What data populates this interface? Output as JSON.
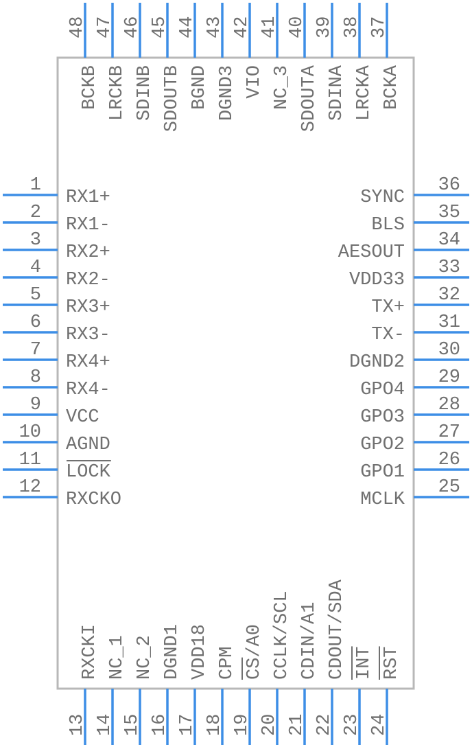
{
  "component": {
    "colors": {
      "pin": "#3d8ee6",
      "outline": "#b8b8b8",
      "text": "#707070"
    },
    "left_pins": [
      {
        "num": "1",
        "name": "RX1+"
      },
      {
        "num": "2",
        "name": "RX1-"
      },
      {
        "num": "3",
        "name": "RX2+"
      },
      {
        "num": "4",
        "name": "RX2-"
      },
      {
        "num": "5",
        "name": "RX3+"
      },
      {
        "num": "6",
        "name": "RX3-"
      },
      {
        "num": "7",
        "name": "RX4+"
      },
      {
        "num": "8",
        "name": "RX4-"
      },
      {
        "num": "9",
        "name": "VCC"
      },
      {
        "num": "10",
        "name": "AGND"
      },
      {
        "num": "11",
        "name": "LOCK",
        "overline": true
      },
      {
        "num": "12",
        "name": "RXCKO"
      }
    ],
    "right_pins": [
      {
        "num": "36",
        "name": "SYNC"
      },
      {
        "num": "35",
        "name": "BLS"
      },
      {
        "num": "34",
        "name": "AESOUT"
      },
      {
        "num": "33",
        "name": "VDD33"
      },
      {
        "num": "32",
        "name": "TX+"
      },
      {
        "num": "31",
        "name": "TX-"
      },
      {
        "num": "30",
        "name": "DGND2"
      },
      {
        "num": "29",
        "name": "GPO4"
      },
      {
        "num": "28",
        "name": "GPO3"
      },
      {
        "num": "27",
        "name": "GPO2"
      },
      {
        "num": "26",
        "name": "GPO1"
      },
      {
        "num": "25",
        "name": "MCLK"
      }
    ],
    "top_pins": [
      {
        "num": "48",
        "name": "BCKB"
      },
      {
        "num": "47",
        "name": "LRCKB"
      },
      {
        "num": "46",
        "name": "SDINB"
      },
      {
        "num": "45",
        "name": "SDOUTB"
      },
      {
        "num": "44",
        "name": "BGND"
      },
      {
        "num": "43",
        "name": "DGND3"
      },
      {
        "num": "42",
        "name": "VIO"
      },
      {
        "num": "41",
        "name": "NC_3"
      },
      {
        "num": "40",
        "name": "SDOUTA"
      },
      {
        "num": "39",
        "name": "SDINA"
      },
      {
        "num": "38",
        "name": "LRCKA"
      },
      {
        "num": "37",
        "name": "BCKA"
      }
    ],
    "bottom_pins": [
      {
        "num": "13",
        "name": "RXCKI"
      },
      {
        "num": "14",
        "name": "NC_1"
      },
      {
        "num": "15",
        "name": "NC_2"
      },
      {
        "num": "16",
        "name": "DGND1"
      },
      {
        "num": "17",
        "name": "VDD18"
      },
      {
        "num": "18",
        "name": "CPM"
      },
      {
        "num": "19",
        "name": "CS/A0",
        "overline_chars": 2
      },
      {
        "num": "20",
        "name": "CCLK/SCL"
      },
      {
        "num": "21",
        "name": "CDIN/A1"
      },
      {
        "num": "22",
        "name": "CDOUT/SDA"
      },
      {
        "num": "23",
        "name": "INT",
        "overline": true
      },
      {
        "num": "24",
        "name": "RST",
        "overline": true
      }
    ]
  }
}
